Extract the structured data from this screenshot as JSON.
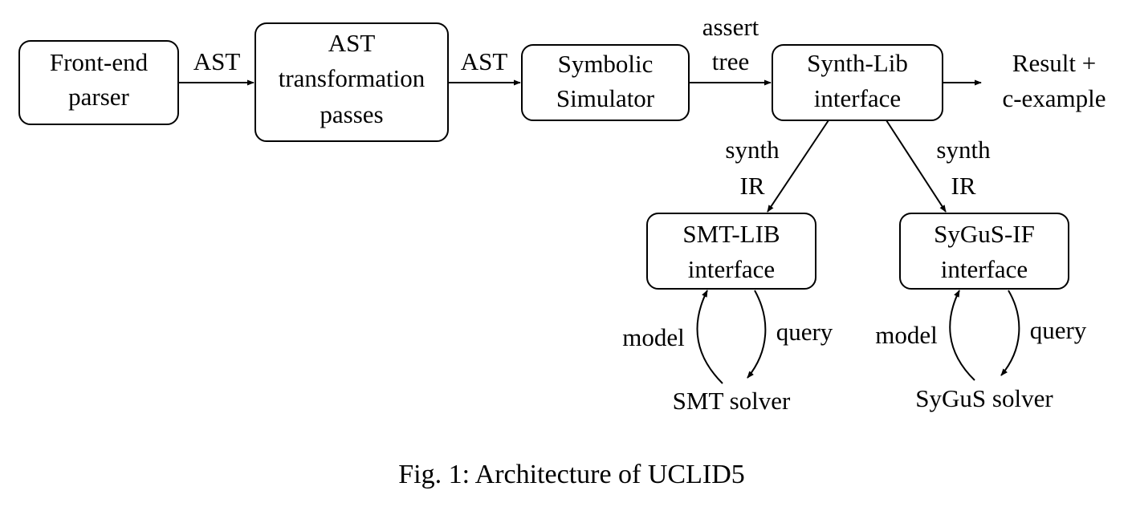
{
  "nodes": {
    "frontend": {
      "line1": "Front-end",
      "line2": "parser"
    },
    "ast_passes": {
      "line1": "AST",
      "line2": "transformation",
      "line3": "passes"
    },
    "symsim": {
      "line1": "Symbolic",
      "line2": "Simulator"
    },
    "synthlib": {
      "line1": "Synth-Lib",
      "line2": "interface"
    },
    "result": {
      "line1": "Result +",
      "line2": "c-example"
    },
    "smtlib": {
      "line1": "SMT-LIB",
      "line2": "interface"
    },
    "sygusif": {
      "line1": "SyGuS-IF",
      "line2": "interface"
    },
    "smt_solver": {
      "label": "SMT solver"
    },
    "sygus_solver": {
      "label": "SyGuS solver"
    }
  },
  "edges": {
    "frontend_to_ast": "AST",
    "ast_to_symsim": "AST",
    "symsim_to_synthlib": {
      "line1": "assert",
      "line2": "tree"
    },
    "synthlib_to_smtlib": {
      "line1": "synth",
      "line2": "IR"
    },
    "synthlib_to_sygusif": {
      "line1": "synth",
      "line2": "IR"
    },
    "smt_model": "model",
    "smt_query": "query",
    "sygus_model": "model",
    "sygus_query": "query"
  },
  "caption": "Fig. 1: Architecture of UCLID5"
}
